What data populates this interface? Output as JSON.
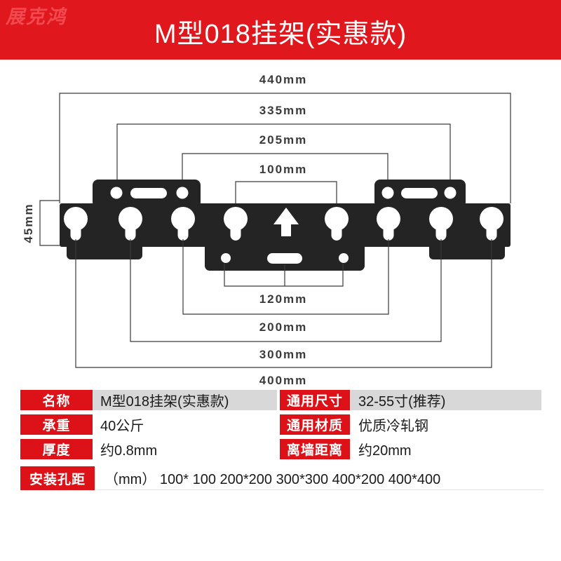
{
  "brand": {
    "logo": "展克鸿"
  },
  "header": {
    "title": "M型018挂架(实惠款)"
  },
  "colors": {
    "banner_red": "#E0181E",
    "label_red": "#DD1219",
    "logo_red": "#F04A50",
    "bracket_black": "#242424",
    "row_highlight": "#D8D8D8"
  },
  "diagram": {
    "description": "black wall-mount bracket bar with 8 keyhole slots, two top mounting tabs, one bottom tab and an up arrow",
    "dims_top": [
      {
        "label": "440mm"
      },
      {
        "label": "335mm"
      },
      {
        "label": "205mm"
      },
      {
        "label": "100mm"
      }
    ],
    "dims_bottom": [
      {
        "label": "120mm"
      },
      {
        "label": "200mm"
      },
      {
        "label": "300mm"
      },
      {
        "label": "400mm"
      }
    ],
    "dim_side": {
      "label": "45mm"
    }
  },
  "specs": {
    "rows": [
      {
        "label": "名称",
        "value": "M型018挂架(实惠款)"
      },
      {
        "label": "通用尺寸",
        "value": "32-55寸(推荐)"
      },
      {
        "label": "承重",
        "value": "40公斤"
      },
      {
        "label": "通用材质",
        "value": "优质冷轧钢"
      },
      {
        "label": "厚度",
        "value": "约0.8mm"
      },
      {
        "label": "离墙距离",
        "value": "约20mm"
      },
      {
        "label": "安装孔距",
        "value": "（mm） 100* 100  200*200  300*300  400*200  400*400"
      }
    ]
  }
}
